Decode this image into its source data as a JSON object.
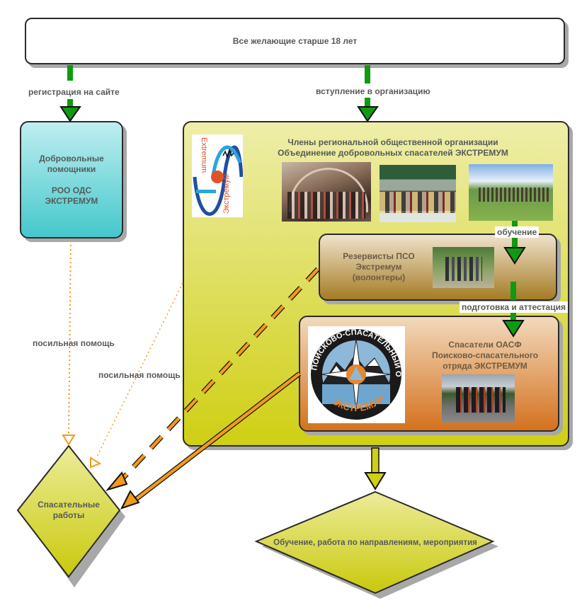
{
  "nodes": {
    "top": {
      "label": "Все желающие старше 18 лет"
    },
    "volunteers": {
      "line1": "Добровольные",
      "line2": "помощники",
      "line3": "РОО ОДС",
      "line4": "ЭКСТРЕМУМ"
    },
    "organization": {
      "line1": "Члены региональной общественной организации",
      "line2": "Объединение добровольных спасателей ЭКСТРЕМУМ"
    },
    "reservists": {
      "line1": "Резервисты ПСО",
      "line2": "Экстремум",
      "line3": "(волонтеры)"
    },
    "rescuers": {
      "line1": "Спасатели ОАСФ",
      "line2": "Поисково-спасательного",
      "line3": "отряда ЭКСТРЕМУМ"
    },
    "rescue_works": {
      "line1": "Спасательные",
      "line2": "работы"
    },
    "activities": {
      "label": "Обучение, работа по направлениям, мероприятия"
    }
  },
  "edges": {
    "registration": "регистрация на сайте",
    "joining": "вступление в организацию",
    "training": "обучение",
    "certification": "подготовка и аттестация",
    "help1": "посильная помощь",
    "help2": "посильная помощь"
  },
  "logos": {
    "extremum": {
      "text_latin": "Extremum",
      "text_cyr": "Экстремум"
    },
    "pso": {
      "ring_text": "ПОИСКОВО-СПАСАТЕЛЬНЫЙ ОТРЯД",
      "bottom_text": "ЭКСТРЕМУМ"
    }
  },
  "colors": {
    "arrow_green": "#0f9a12",
    "arrow_orange": "#f39a1a",
    "org_yellow": "#d2d21c",
    "volunteer_teal": "#49c9cd",
    "reservist_brown": "#a57c24",
    "rescuer_orange": "#d4721e"
  }
}
